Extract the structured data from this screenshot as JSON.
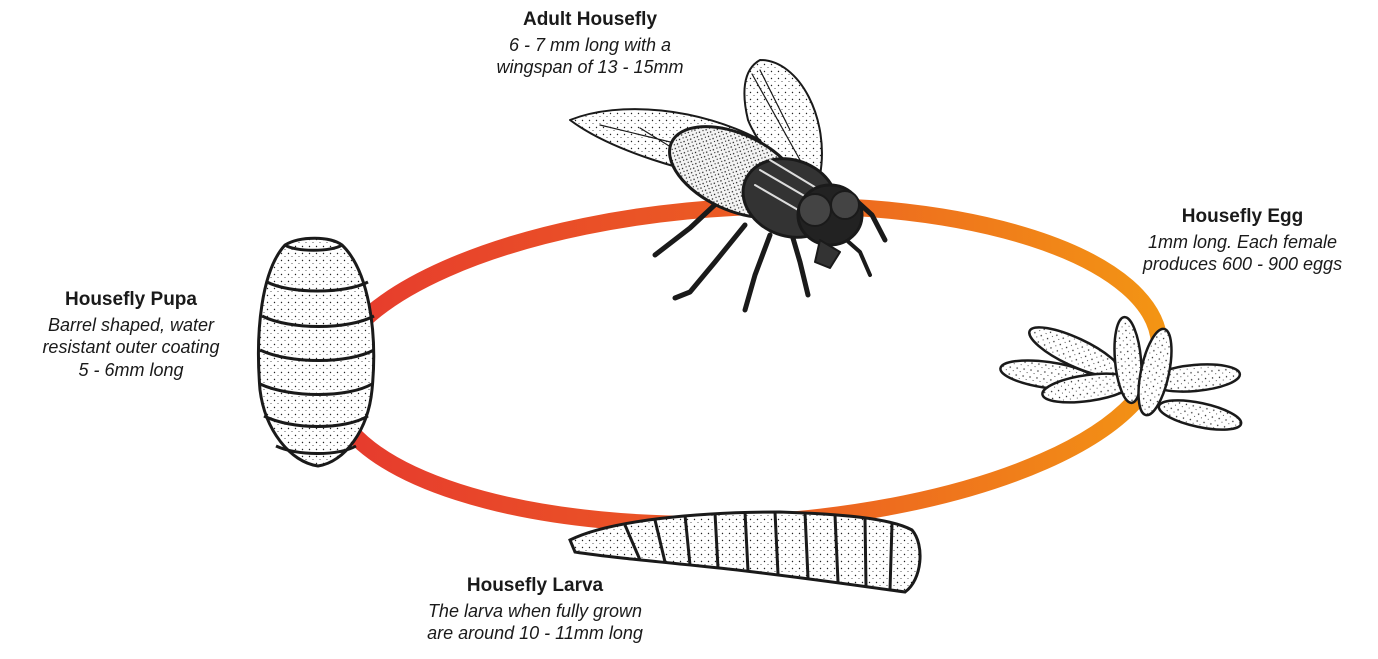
{
  "stages": {
    "adult": {
      "title": "Adult Housefly",
      "line1": "6 - 7 mm long with a",
      "line2": "wingspan of 13 - 15mm",
      "icon": "housefly-icon"
    },
    "egg": {
      "title": "Housefly Egg",
      "line1": "1mm long. Each female",
      "line2": "produces 600 - 900 eggs",
      "icon": "eggs-icon"
    },
    "pupa": {
      "title": "Housefly Pupa",
      "line1": "Barrel shaped, water",
      "line2": "resistant outer coating",
      "line3": "5 - 6mm long",
      "icon": "pupa-icon"
    },
    "larva": {
      "title": "Housefly Larva",
      "line1": "The larva when fully grown",
      "line2": "are around 10 - 11mm long",
      "icon": "larva-icon"
    }
  },
  "colors": {
    "cycle_left": "#e63a2e",
    "cycle_right": "#f39414",
    "ink": "#1a1a1a",
    "fill": "#ffffff"
  }
}
